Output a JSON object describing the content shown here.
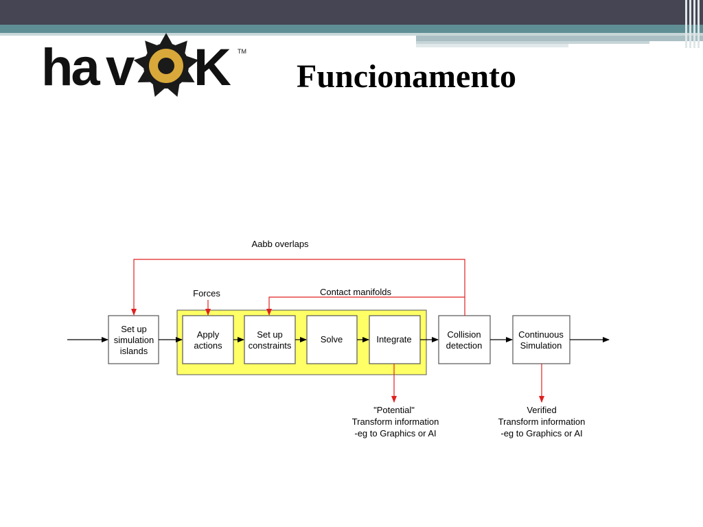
{
  "slide": {
    "title": "Funcionamento",
    "logo_text": "havOk",
    "logo_tm": "TM"
  },
  "diagram": {
    "nodes": [
      {
        "id": "islands",
        "lines": [
          "Set up",
          "simulation",
          "islands"
        ]
      },
      {
        "id": "apply",
        "lines": [
          "Apply",
          "actions"
        ]
      },
      {
        "id": "constraints",
        "lines": [
          "Set up",
          "constraints"
        ]
      },
      {
        "id": "solve",
        "lines": [
          "Solve"
        ]
      },
      {
        "id": "integrate",
        "lines": [
          "Integrate"
        ]
      },
      {
        "id": "collision",
        "lines": [
          "Collision",
          "detection"
        ]
      },
      {
        "id": "continuous",
        "lines": [
          "Continuous",
          "Simulation"
        ]
      }
    ],
    "labels": {
      "aabb": "Aabb overlaps",
      "forces": "Forces",
      "contact": "Contact manifolds",
      "potential": [
        "\"Potential\"",
        "Transform information",
        "-eg to Graphics or AI"
      ],
      "verified": [
        "Verified",
        "Transform information",
        "-eg to Graphics or AI"
      ]
    },
    "colors": {
      "highlight": "#ffff66",
      "feedback": "#e02020",
      "box_border": "#555555"
    }
  }
}
